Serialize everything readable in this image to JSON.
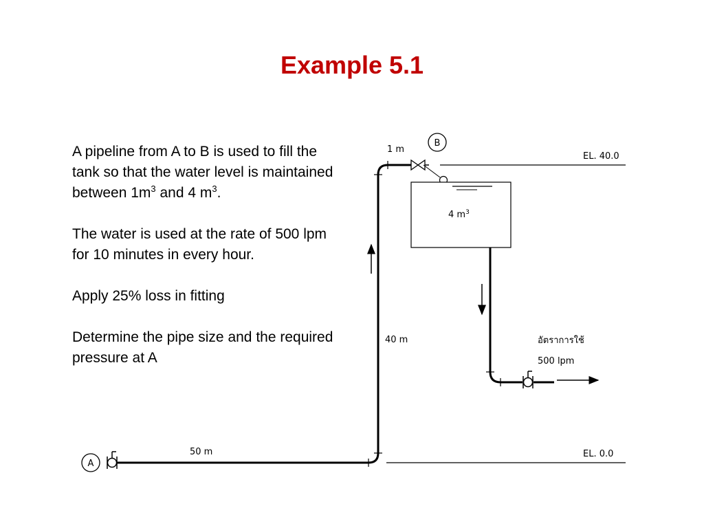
{
  "title": "Example 5.1",
  "problem": {
    "p1_part1": "A pipeline from A to B is used to fill the tank so that the water level is maintained between 1m",
    "p1_sup1": "3",
    "p1_part2": " and 4 m",
    "p1_sup2": "3",
    "p1_part3": ".",
    "p2": "The water is used at the rate of 500 lpm for 10 minutes in every hour.",
    "p3": "Apply 25% loss in fitting",
    "p4": "Determine the pipe size and the required pressure at A"
  },
  "diagram": {
    "point_a": "A",
    "point_b": "B",
    "label_1m": "1 m",
    "label_40m": "40 m",
    "label_50m": "50 m",
    "el_top": "EL. 40.0",
    "el_bottom": "EL. 0.0",
    "tank_volume": "4 m",
    "tank_volume_sup": "3",
    "usage_thai": "อัตราการใช้",
    "usage_rate": "500 lpm"
  }
}
